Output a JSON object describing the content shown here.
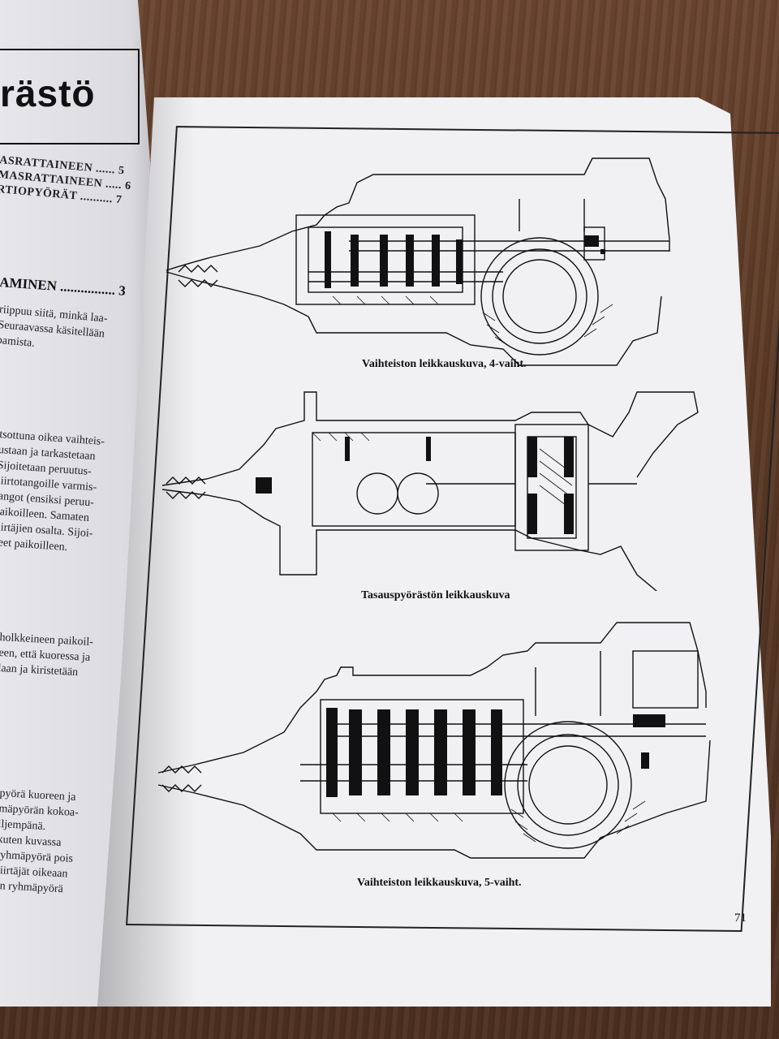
{
  "left_page": {
    "title": "rästö",
    "toc": [
      "ASRATTAINEEN ...... 5",
      "MASRATTAINEEN ..... 6",
      "RTIOPYÖRÄT .......... 7"
    ],
    "heading": "AMINEN ................ 3",
    "para1": [
      "riippuu siitä, minkä laa-",
      "Seuraavassa käsitellään",
      "pamista."
    ],
    "para2": [
      "tsottuna oikea vaihteis-",
      "ustaan ja tarkastetaan",
      "Sijoitetaan peruutus-",
      "siirtotangoille varmis-",
      "tangot (ensiksi peruu-",
      "paikoilleen. Samaten",
      "siirtäjien osalta. Sijoi-",
      "tteet paikoilleen."
    ],
    "para3": [
      "holkkeineen paikoil-",
      "een, että kuoressa ja",
      "laan ja kiristetään"
    ],
    "para4": [
      "pyörä kuoreen ja",
      "mäpyörän kokoa-",
      "iljempänä.",
      "kuten kuvassa",
      "ryhmäpyörä pois",
      "siirtäjät oikeaan",
      "an ryhmäpyörä"
    ]
  },
  "right_page": {
    "captions": [
      "Vaihteiston leikkauskuva, 4-vaiht.",
      "Tasauspyörästön leikkauskuva",
      "Vaihteiston leikkauskuva, 5-vaiht."
    ],
    "page_number": "71"
  }
}
